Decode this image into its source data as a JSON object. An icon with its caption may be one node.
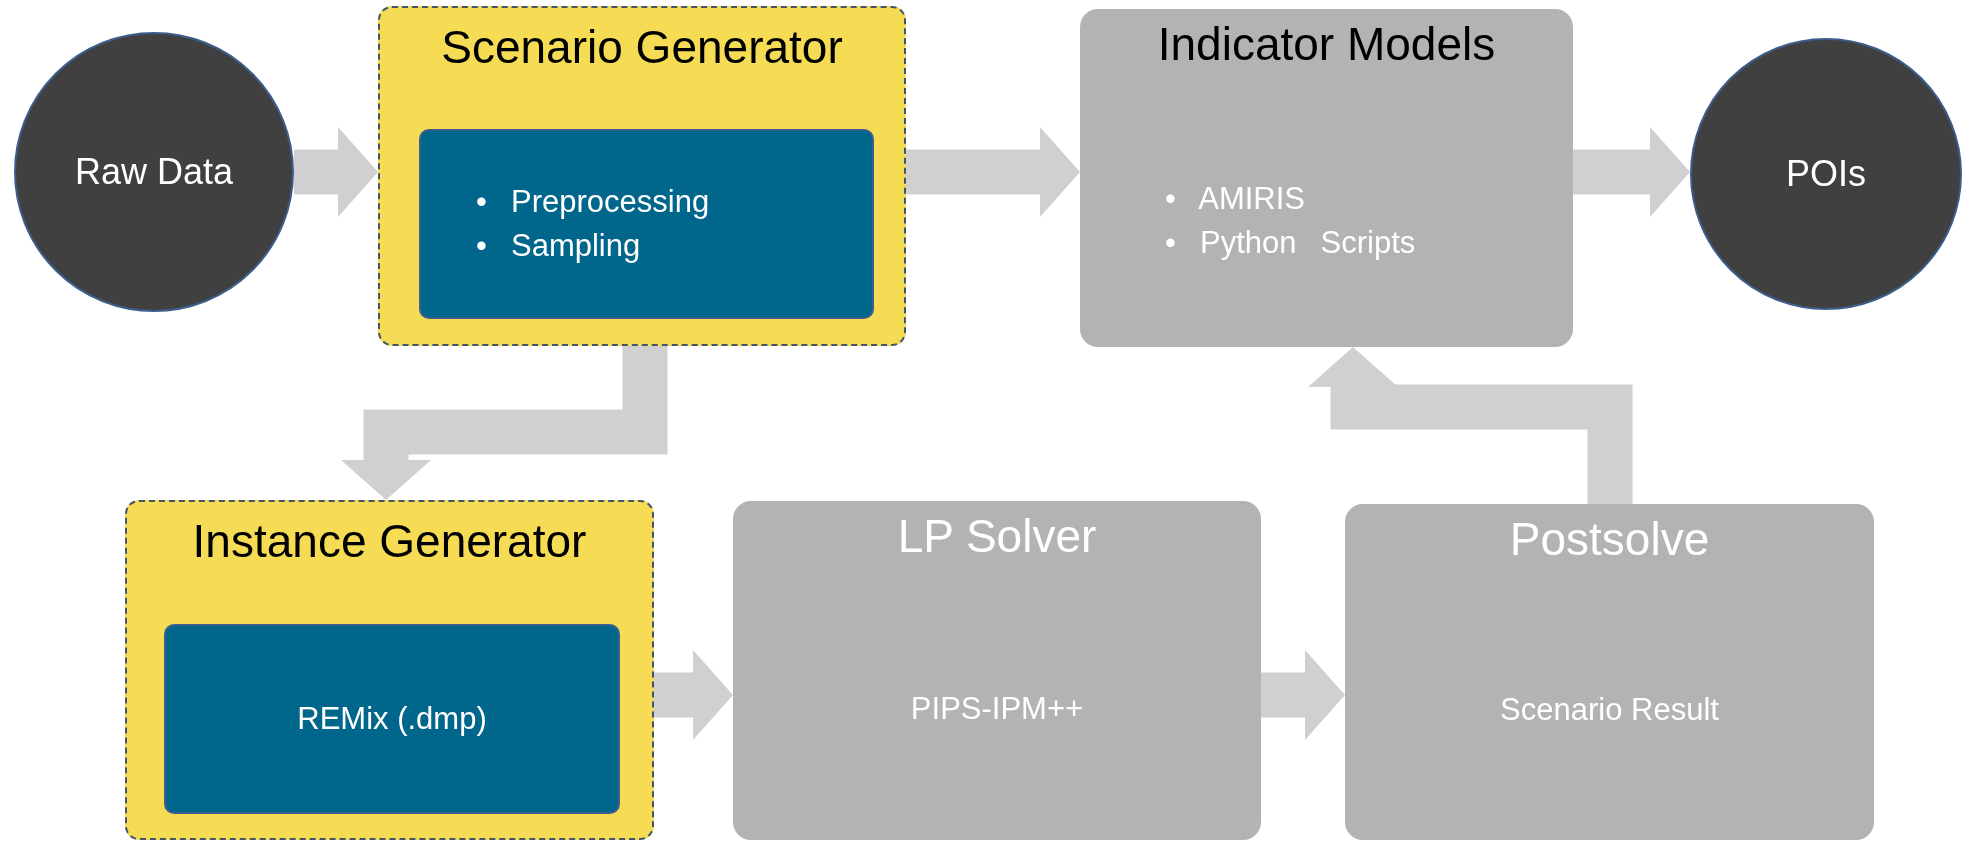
{
  "diagram": {
    "nodes": [
      {
        "text": [
          "Raw Data"
        ]
      },
      {
        "text": [
          "Scenario Generator"
        ]
      },
      {
        "text": [
          "• Preprocessing",
          "• Sampling"
        ],
        "in": 1
      },
      {
        "text": [
          "Indicator Models",
          "• AMIRIS",
          "• Python Scripts"
        ]
      },
      {
        "text": [
          "POIs"
        ]
      },
      {
        "text": [
          "Instance Generator"
        ]
      },
      {
        "text": [
          "REMix (.dmp)"
        ],
        "in": 5
      },
      {
        "text": [
          "LP Solver",
          "PIPS-IPM++"
        ]
      },
      {
        "text": [
          "Postsolve",
          "Scenario Result"
        ]
      }
    ],
    "edges": [
      {
        "from": 0,
        "to": 1,
        "arrow": "to"
      },
      {
        "from": 1,
        "to": 3,
        "arrow": "to"
      },
      {
        "from": 3,
        "to": 4,
        "arrow": "to"
      },
      {
        "from": 1,
        "to": 5,
        "arrow": "to"
      },
      {
        "from": 5,
        "to": 7,
        "arrow": "to"
      },
      {
        "from": 7,
        "to": 8,
        "arrow": "to"
      },
      {
        "from": 8,
        "to": 3,
        "arrow": "to"
      }
    ]
  }
}
